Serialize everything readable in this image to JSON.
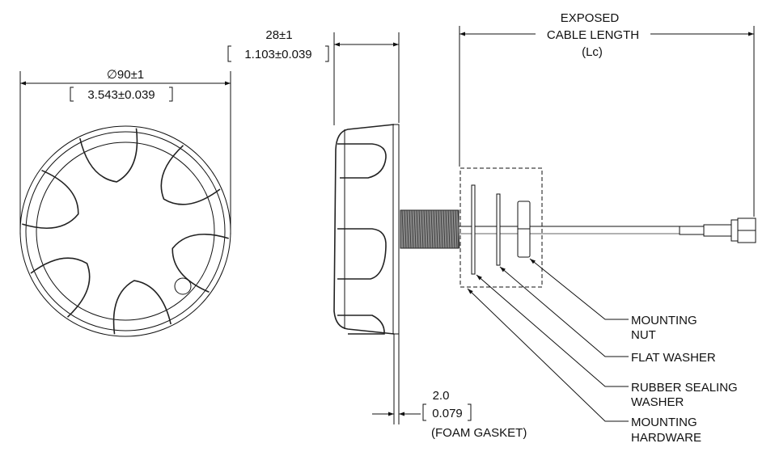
{
  "front_view": {
    "diameter_dim": "∅90±1",
    "diameter_dim_inch": "3.543±0.039"
  },
  "side_view": {
    "height_dim": "28±1",
    "height_dim_inch": "1.103±0.039",
    "gasket_dim": "2.0",
    "gasket_dim_inch": "0.079",
    "gasket_label": "(FOAM GASKET)"
  },
  "cable": {
    "label_line1": "EXPOSED",
    "label_line2": "CABLE LENGTH",
    "label_line3": "(Lc)"
  },
  "callouts": [
    {
      "line1": "MOUNTING",
      "line2": "NUT"
    },
    {
      "line1": "FLAT WASHER",
      "line2": ""
    },
    {
      "line1": "RUBBER SEALING",
      "line2": "WASHER"
    },
    {
      "line1": "MOUNTING",
      "line2": "HARDWARE"
    }
  ]
}
